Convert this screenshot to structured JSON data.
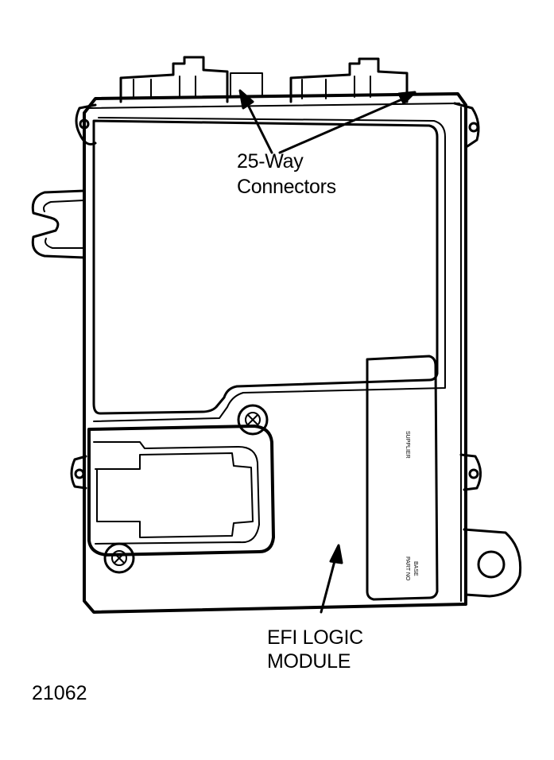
{
  "labels": {
    "connectors_line1": "25-Way",
    "connectors_line2": "Connectors",
    "module_line1": "EFI LOGIC",
    "module_line2": "MODULE"
  },
  "plate": {
    "top_text": "SUPPLIER",
    "bottom_text_1": "PART NO",
    "bottom_text_2": "BASE"
  },
  "figure_number": "21062"
}
